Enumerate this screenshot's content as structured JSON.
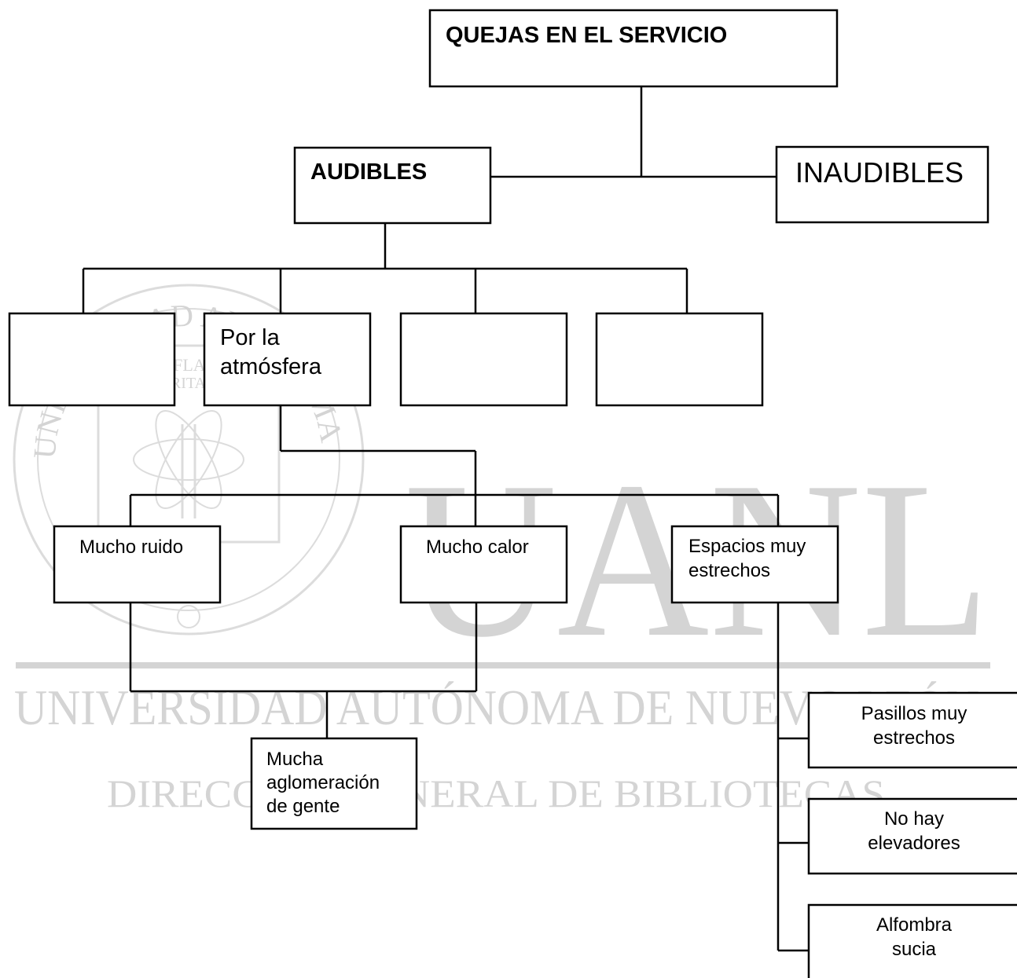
{
  "root": {
    "label": "QUEJAS EN EL SERVICIO"
  },
  "level1": {
    "audibles": "AUDIBLES",
    "inaudibles": "INAUDIBLES"
  },
  "level2": {
    "box1": "",
    "box2_line1": "Por la",
    "box2_line2": "atmósfera",
    "box3": "",
    "box4": ""
  },
  "level3": {
    "ruido": "Mucho ruido",
    "calor": "Mucho calor",
    "espacios_line1": "Espacios muy",
    "espacios_line2": "estrechos"
  },
  "level4": {
    "aglomeracion_line1": "Mucha",
    "aglomeracion_line2": "aglomeración",
    "aglomeracion_line3": "de gente",
    "pasillos_line1": "Pasillos muy",
    "pasillos_line2": "estrechos",
    "elevadores_line1": "No hay",
    "elevadores_line2": "elevadores",
    "alfombra_line1": "Alfombra",
    "alfombra_line2": "sucia"
  },
  "watermark": {
    "big": "UANL",
    "university": "UNIVERSIDAD AUTÓNOMA DE NUEVO LEÓN",
    "direccion": "DIRECCIÓN GENERAL DE BIBLIOTECAS",
    "registered": "®",
    "seal_ring": "UNIVERSIDAD AUTONOMA DE NUEVO LEON",
    "motto1": "ALERE FLAMMAM",
    "motto2": "VERITATIS"
  }
}
